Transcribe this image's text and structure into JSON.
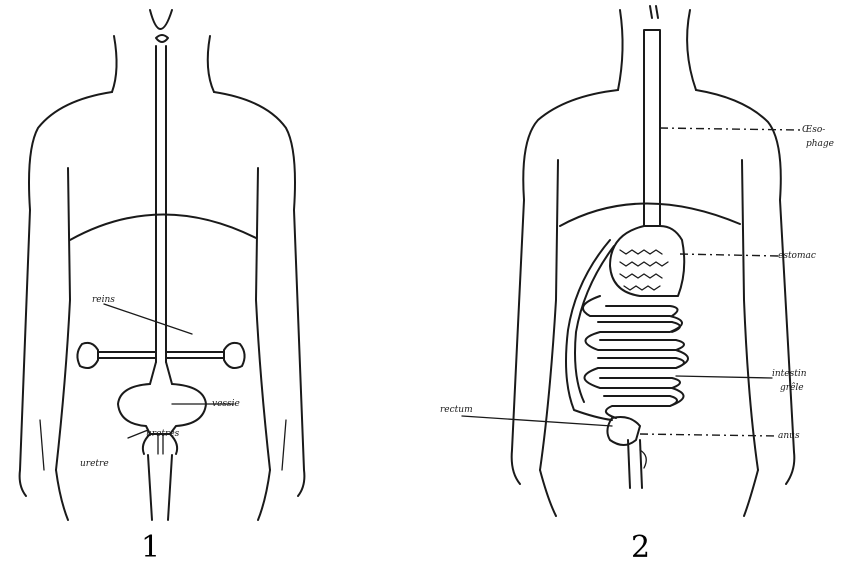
{
  "figures": [
    {
      "number": "1",
      "labels": {
        "reins": "reins",
        "vessie": "vessie",
        "uretres": "uretres",
        "uretre": "uretre"
      }
    },
    {
      "number": "2",
      "labels": {
        "oesophage_1": "Œso-",
        "oesophage_2": "phage",
        "estomac": "estomac",
        "intestin_1": "intestin",
        "intestin_2": "grêle",
        "anus": "anus",
        "rectum": "rectum"
      }
    }
  ]
}
